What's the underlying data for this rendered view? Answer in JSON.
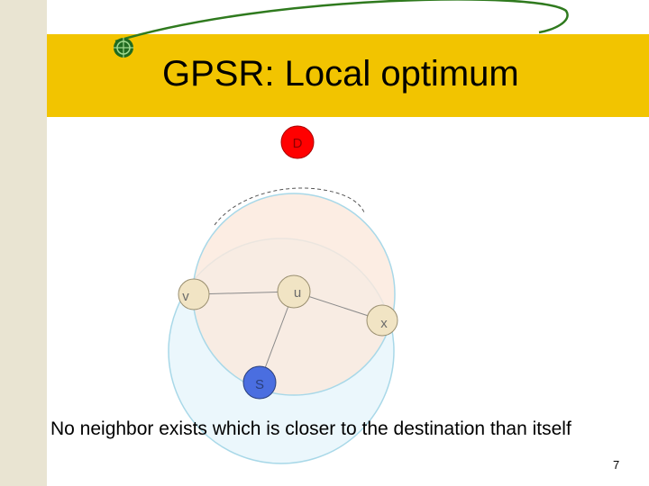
{
  "slide": {
    "title": "GPSR: Local optimum",
    "body_text": "No neighbor exists which is closer to the destination than itself",
    "page_number": "7"
  },
  "diagram": {
    "nodes": [
      {
        "id": "D",
        "label": "D",
        "fill": "#ff0000",
        "text_color": "#8b0000"
      },
      {
        "id": "v",
        "label": "v",
        "fill": "#f1e4c4",
        "text_color": "#6b6b6b"
      },
      {
        "id": "u",
        "label": "u",
        "fill": "#f1e4c4",
        "text_color": "#6b6b6b"
      },
      {
        "id": "x",
        "label": "x",
        "fill": "#f1e4c4",
        "text_color": "#6b6b6b"
      },
      {
        "id": "S",
        "label": "S",
        "fill": "#4a6ee0",
        "text_color": "#2a3f7a"
      }
    ],
    "edges": [
      [
        "v",
        "u"
      ],
      [
        "u",
        "x"
      ],
      [
        "u",
        "S"
      ]
    ],
    "colors": {
      "title_bar": "#f2c400",
      "upper_range_circle": "#fbe9dc",
      "lower_range_circle": "#e8f6fb",
      "circle_stroke": "#a8d8e8"
    }
  }
}
